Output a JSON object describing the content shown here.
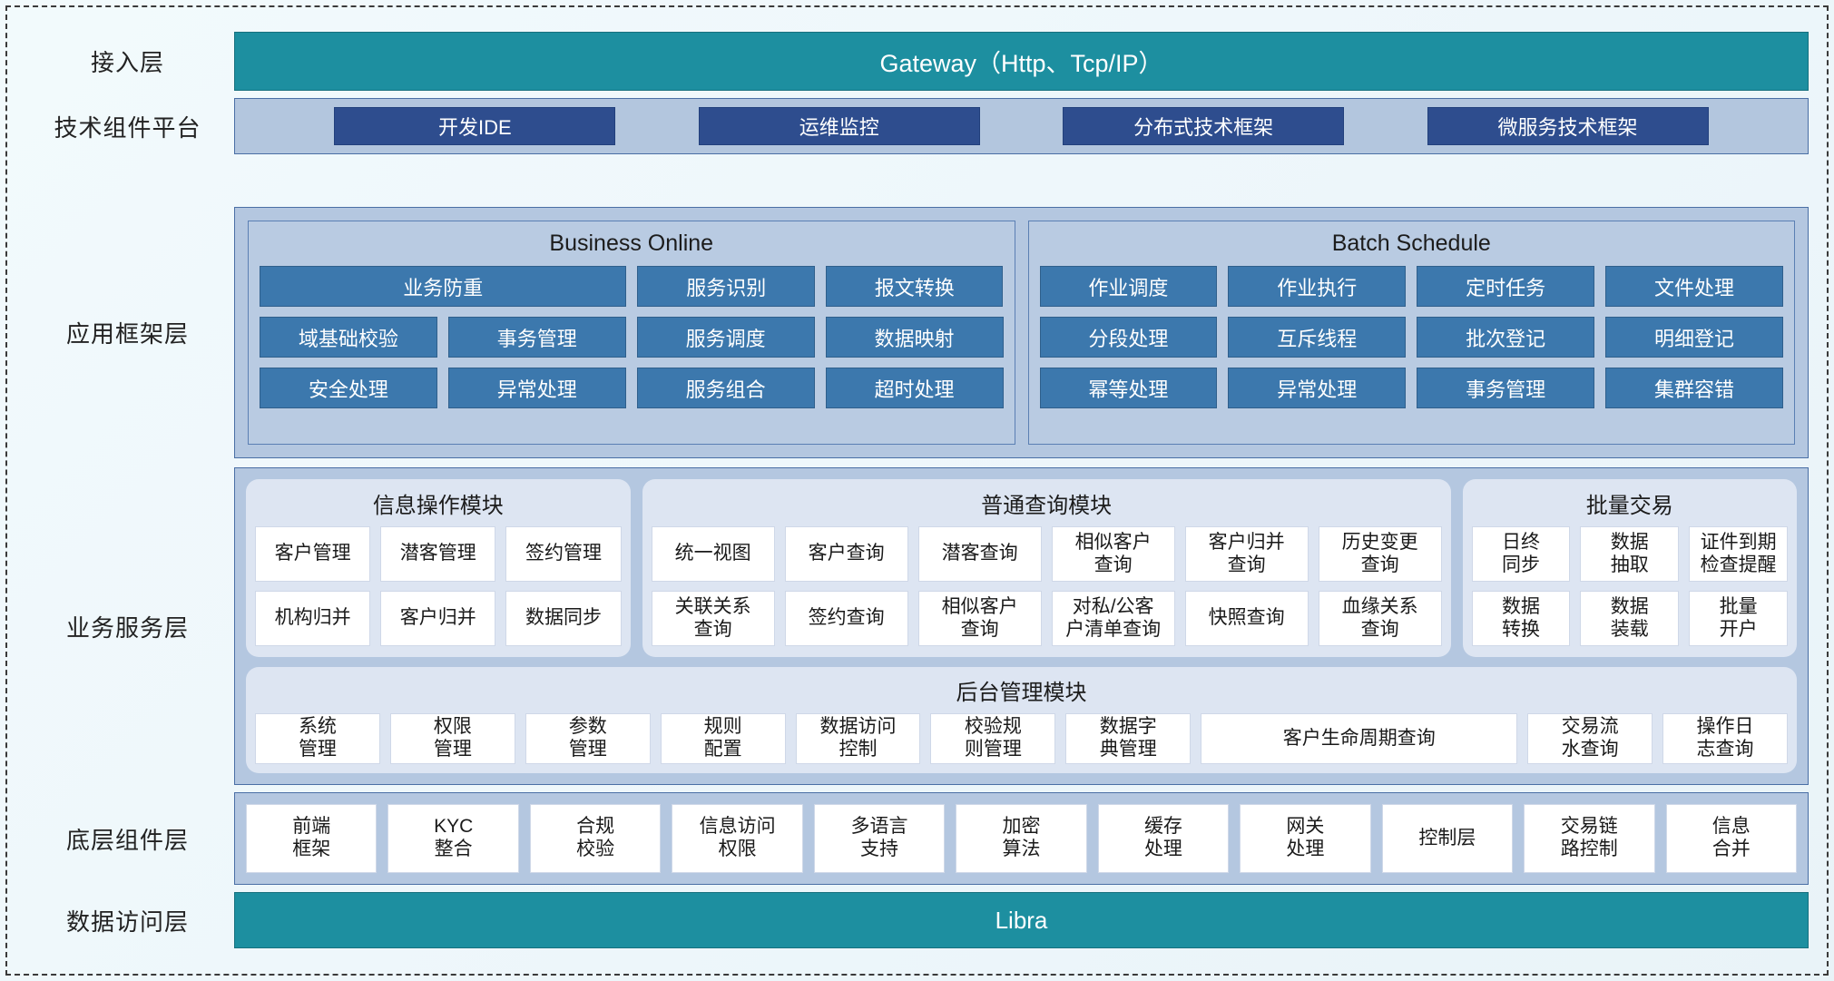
{
  "diagram": {
    "title_rows": {
      "access": "接入层",
      "tech": "技术组件平台",
      "appframe": "应用框架层",
      "business": "业务服务层",
      "bottom": "底层组件层",
      "data": "数据访问层"
    },
    "colors": {
      "teal_band": "#1d8fa0",
      "light_blue_band": "#b4c7e0",
      "dark_chip": "#2e4d8e",
      "mid_chip": "#3c78ad",
      "white_cell": "#ffffff",
      "page_bg": "#eef7fb"
    }
  },
  "access_layer": {
    "label": "接入层",
    "gateway": "Gateway（Http、Tcp/IP）"
  },
  "tech_platform": {
    "label": "技术组件平台",
    "chips": [
      "开发IDE",
      "运维监控",
      "分布式技术框架",
      "微服务技术框架"
    ]
  },
  "app_framework": {
    "label": "应用框架层",
    "groups": [
      {
        "title": "Business Online",
        "rows": [
          [
            {
              "text": "业务防重",
              "span": 2
            },
            {
              "text": "服务识别",
              "span": 1
            },
            {
              "text": "报文转换",
              "span": 1
            }
          ],
          [
            {
              "text": "域基础校验",
              "span": 1
            },
            {
              "text": "事务管理",
              "span": 1
            },
            {
              "text": "服务调度",
              "span": 1
            },
            {
              "text": "数据映射",
              "span": 1
            }
          ],
          [
            {
              "text": "安全处理",
              "span": 1
            },
            {
              "text": "异常处理",
              "span": 1
            },
            {
              "text": "服务组合",
              "span": 1
            },
            {
              "text": "超时处理",
              "span": 1
            }
          ]
        ]
      },
      {
        "title": "Batch Schedule",
        "rows": [
          [
            {
              "text": "作业调度",
              "span": 1
            },
            {
              "text": "作业执行",
              "span": 1
            },
            {
              "text": "定时任务",
              "span": 1
            },
            {
              "text": "文件处理",
              "span": 1
            }
          ],
          [
            {
              "text": "分段处理",
              "span": 1
            },
            {
              "text": "互斥线程",
              "span": 1
            },
            {
              "text": "批次登记",
              "span": 1
            },
            {
              "text": "明细登记",
              "span": 1
            }
          ],
          [
            {
              "text": "幂等处理",
              "span": 1
            },
            {
              "text": "异常处理",
              "span": 1
            },
            {
              "text": "事务管理",
              "span": 1
            },
            {
              "text": "集群容错",
              "span": 1
            }
          ]
        ]
      }
    ]
  },
  "business_service": {
    "label": "业务服务层",
    "groups": [
      {
        "title": "信息操作模块",
        "rows": [
          [
            "客户管理",
            "潜客管理",
            "签约管理"
          ],
          [
            "机构归并",
            "客户归并",
            "数据同步"
          ]
        ]
      },
      {
        "title": "普通查询模块",
        "rows": [
          [
            "统一视图",
            "客户查询",
            "潜客查询",
            "相似客户\n查询",
            "客户归并\n查询",
            "历史变更\n查询"
          ],
          [
            "关联关系\n查询",
            "签约查询",
            "相似客户\n查询",
            "对私/公客\n户清单查询",
            "快照查询",
            "血缘关系\n查询"
          ]
        ]
      },
      {
        "title": "批量交易",
        "rows": [
          [
            "日终\n同步",
            "数据\n抽取",
            "证件到期\n检查提醒"
          ],
          [
            "数据\n转换",
            "数据\n装载",
            "批量\n开户"
          ]
        ]
      }
    ],
    "admin_module": {
      "title": "后台管理模块",
      "cells": [
        {
          "text": "系统\n管理",
          "span": 1
        },
        {
          "text": "权限\n管理",
          "span": 1
        },
        {
          "text": "参数\n管理",
          "span": 1
        },
        {
          "text": "规则\n配置",
          "span": 1
        },
        {
          "text": "数据访问\n控制",
          "span": 1
        },
        {
          "text": "校验规\n则管理",
          "span": 1
        },
        {
          "text": "数据字\n典管理",
          "span": 1
        },
        {
          "text": "客户生命周期查询",
          "span": 2.6
        },
        {
          "text": "交易流\n水查询",
          "span": 1
        },
        {
          "text": "操作日\n志查询",
          "span": 1
        }
      ]
    }
  },
  "bottom_components": {
    "label": "底层组件层",
    "cells": [
      {
        "text": "前端\n框架",
        "span": 1
      },
      {
        "text": "KYC\n整合",
        "span": 1
      },
      {
        "text": "合规\n校验",
        "span": 1
      },
      {
        "text": "信息访问\n权限",
        "span": 1
      },
      {
        "text": "多语言\n支持",
        "span": 1
      },
      {
        "text": "加密\n算法",
        "span": 1
      },
      {
        "text": "缓存\n处理",
        "span": 1
      },
      {
        "text": "网关\n处理",
        "span": 1
      },
      {
        "text": "控制层",
        "span": 1
      },
      {
        "text": "交易链\n路控制",
        "span": 1
      },
      {
        "text": "信息\n合并",
        "span": 1
      }
    ]
  },
  "data_access": {
    "label": "数据访问层",
    "name": "Libra"
  }
}
